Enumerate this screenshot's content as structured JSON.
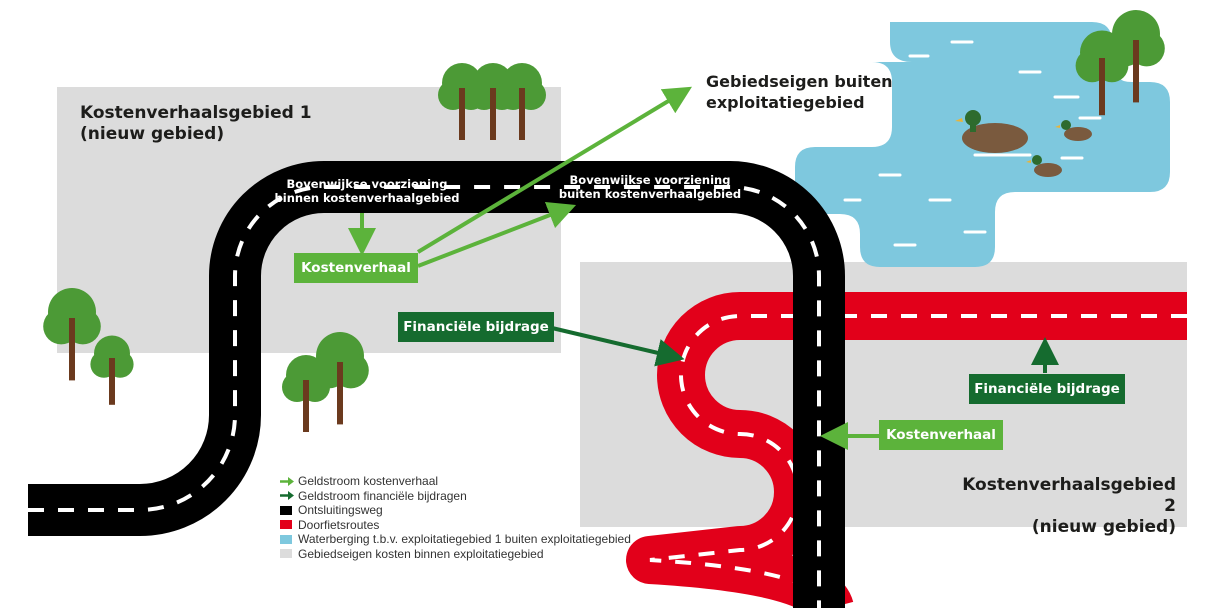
{
  "colors": {
    "area_gray": "#dcdcdc",
    "road_black": "#000000",
    "road_red": "#e2001a",
    "water_blue": "#7ec8de",
    "green_light": "#5cb33b",
    "green_dark": "#156b2f",
    "tree_leaf": "#4c9a36",
    "tree_trunk": "#6b3a1e"
  },
  "areas": {
    "area1": {
      "title_line1": "Kostenverhaalsgebied 1",
      "title_line2": "(nieuw gebied)"
    },
    "area2": {
      "title_line1": "Kostenverhaalsgebied 2",
      "title_line2": "(nieuw gebied)"
    }
  },
  "road_labels": {
    "inside": {
      "line1": "Bovenwijkse voorziening",
      "line2": "binnen kostenverhaalgebied"
    },
    "outside": {
      "line1": "Bovenwijkse voorziening",
      "line2": "buiten kostenverhaalgebied"
    }
  },
  "boxes": {
    "kostenverhaal_1": "Kostenverhaal",
    "kostenverhaal_2": "Kostenverhaal",
    "financiele_bijdrage_1": "Financiële bijdrage",
    "financiele_bijdrage_2": "Financiële bijdrage"
  },
  "external": {
    "line1": "Gebiedseigen buiten",
    "line2": "exploitatiegebied"
  },
  "legend": {
    "items": [
      {
        "label": "Geldstroom kostenverhaal",
        "symbol": "arrow-light-green-icon"
      },
      {
        "label": "Geldstroom financiële bijdragen",
        "symbol": "arrow-dark-green-icon"
      },
      {
        "label": "Ontsluitingsweg",
        "symbol": "black-square-icon"
      },
      {
        "label": "Doorfietsroutes",
        "symbol": "red-square-icon"
      },
      {
        "label": "Waterberging t.b.v. exploitatiegebied 1 buiten exploitatiegebied",
        "symbol": "blue-square-icon"
      },
      {
        "label": "Gebiedseigen kosten binnen exploitatiegebied",
        "symbol": "gray-square-icon"
      }
    ]
  }
}
